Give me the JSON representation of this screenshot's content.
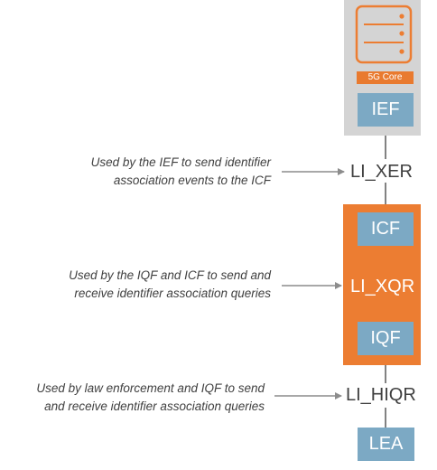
{
  "core": {
    "label": "5G Core",
    "icon": "server-icon"
  },
  "nodes": {
    "ief": "IEF",
    "icf": "ICF",
    "iqf": "IQF",
    "lea": "LEA"
  },
  "interfaces": {
    "xer": "LI_XER",
    "xqr": "LI_XQR",
    "hiqr": "LI_HIQR"
  },
  "descriptions": {
    "xer": {
      "line1": "Used by the IEF to send identifier",
      "line2": "association events to the ICF"
    },
    "xqr": {
      "line1": "Used by the IQF and ICF to send and",
      "line2": "receive identifier association queries"
    },
    "hiqr": {
      "line1": "Used by law enforcement and IQF to send",
      "line2": "and receive identifier association queries"
    }
  },
  "colors": {
    "core_background": "#d4d4d4",
    "accent_orange": "#ec7d32",
    "node_blue": "#7ca9c4",
    "text_gray": "#404040",
    "line_gray": "#7f7f7f"
  }
}
